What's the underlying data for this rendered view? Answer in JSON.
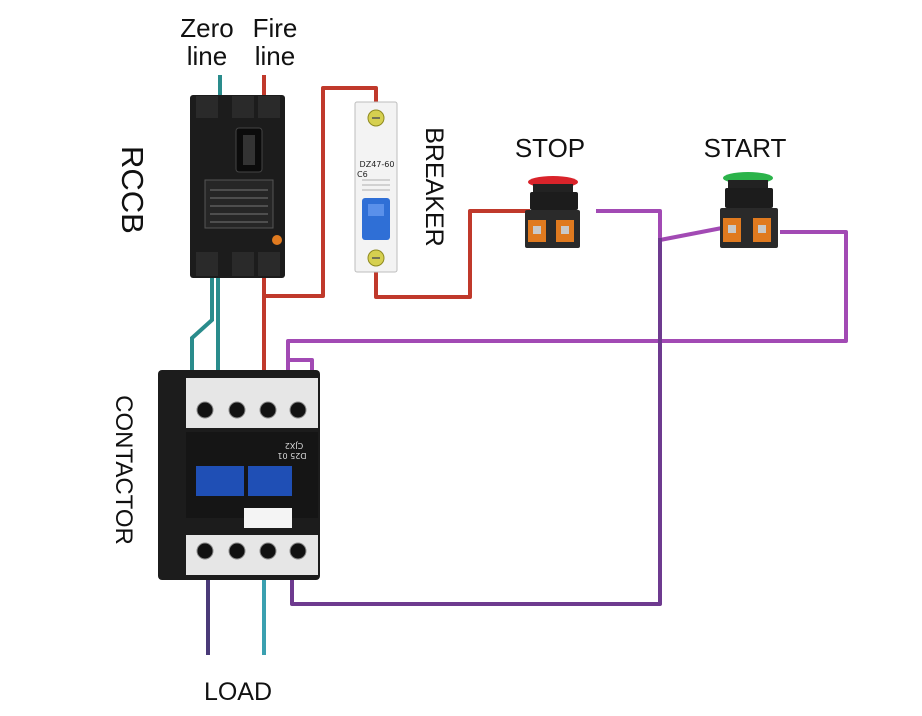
{
  "labels": {
    "zero_line_1": "Zero",
    "zero_line_2": "line",
    "fire_line_1": "Fire",
    "fire_line_2": "line",
    "rccb": "RCCB",
    "breaker": "BREAKER",
    "stop": "STOP",
    "start": "START",
    "contactor": "CONTACTOR",
    "load": "LOAD"
  },
  "device_text": {
    "breaker_model": "DZ47-60",
    "breaker_rating": "C6",
    "contactor_model": "CJX2",
    "contactor_series": "D25 01"
  },
  "colors": {
    "zero_wire": "#2a8c8c",
    "fire_wire": "#c0392b",
    "control_wire": "#a24ab4",
    "load_wire_dark": "#4a3a78",
    "load_wire_teal": "#3aa0b0",
    "stop_button": "#d9232a",
    "start_button": "#2bb34a",
    "breaker_handle": "#2f6fd6",
    "contactor_blue": "#1f4fb5",
    "device_black": "#1c1c1c"
  }
}
